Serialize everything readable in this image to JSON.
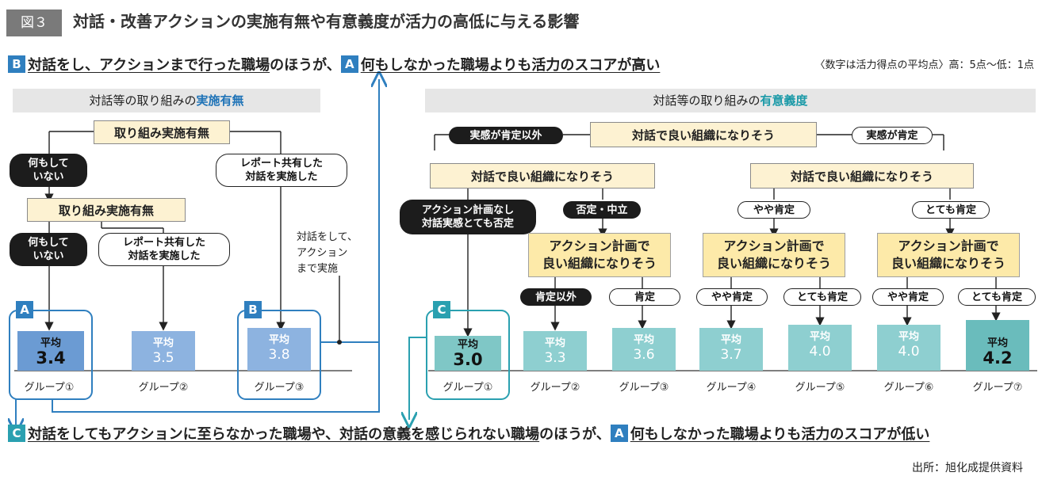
{
  "figure": {
    "label": "図３",
    "title": "対話・改善アクションの実施有無や有意義度が活力の高低に与える影響"
  },
  "finding_top": {
    "badge_b": "B",
    "part1": "対話をし、アクションまで行った職場",
    "part2": "のほうが、",
    "badge_a": "A",
    "part3": "何もしなかった職場",
    "part4": "よりも活力のスコアが高い"
  },
  "scale_note": "〈数字は活力得点の平均点〉高：5点〜低：1点",
  "left": {
    "header_prefix": "対話等の取り組みの",
    "header_highlight": "実施有無",
    "box_top": "取り組み実施有無",
    "pill_nothing_1": "何もして\nいない",
    "pill_report_1": "レポート共有した\n対話を実施した",
    "box_mid": "取り組み実施有無",
    "pill_nothing_2": "何もして\nいない",
    "pill_report_2": "レポート共有した\n対話を実施した",
    "side_note": "対話をして、\nアクション\nまで実施",
    "badge_a": "A",
    "badge_b": "B",
    "avg_label": "平均",
    "groups": [
      {
        "label": "グループ①",
        "value": "3.4"
      },
      {
        "label": "グループ②",
        "value": "3.5"
      },
      {
        "label": "グループ③",
        "value": "3.8"
      }
    ]
  },
  "right": {
    "header_prefix": "対話等の取り組みの",
    "header_highlight": "有意義度",
    "box_top": "対話で良い組織になりそう",
    "pill_not_positive": "実感が肯定以外",
    "pill_positive": "実感が肯定",
    "box_left": "対話で良い組織になりそう",
    "box_right": "対話で良い組織になりそう",
    "pill_neither": "アクション計画なし\n対話実感とても否定",
    "pill_negneutral": "否定・中立",
    "pill_somewhat": "やや肯定",
    "pill_very": "とても肯定",
    "action_box": "アクション計画で\n良い組織になりそう",
    "pill_notpos_small": "肯定以外",
    "pill_pos_small": "肯定",
    "pill_somewhat_small": "やや肯定",
    "pill_very_small": "とても肯定",
    "badge_c": "C",
    "avg_label": "平均",
    "groups": [
      {
        "label": "グループ①",
        "value": "3.0"
      },
      {
        "label": "グループ②",
        "value": "3.3"
      },
      {
        "label": "グループ③",
        "value": "3.6"
      },
      {
        "label": "グループ④",
        "value": "3.7"
      },
      {
        "label": "グループ⑤",
        "value": "4.0"
      },
      {
        "label": "グループ⑥",
        "value": "4.0"
      },
      {
        "label": "グループ⑦",
        "value": "4.2"
      }
    ]
  },
  "finding_bottom": {
    "badge_c": "C",
    "part1": "対話をしてもアクションに至らなかった職場や、対話の意義を感じられない職場",
    "part2": "のほうが、",
    "badge_a": "A",
    "part3": "何もしなかった職場",
    "part4": "よりも活力のスコアが低い"
  },
  "source": "出所：旭化成提供資料",
  "colors": {
    "blue": "#2f7fbf",
    "teal": "#2aa0b0",
    "bar_blue": "#8db3e0",
    "bar_teal": "#8ecfd0"
  }
}
